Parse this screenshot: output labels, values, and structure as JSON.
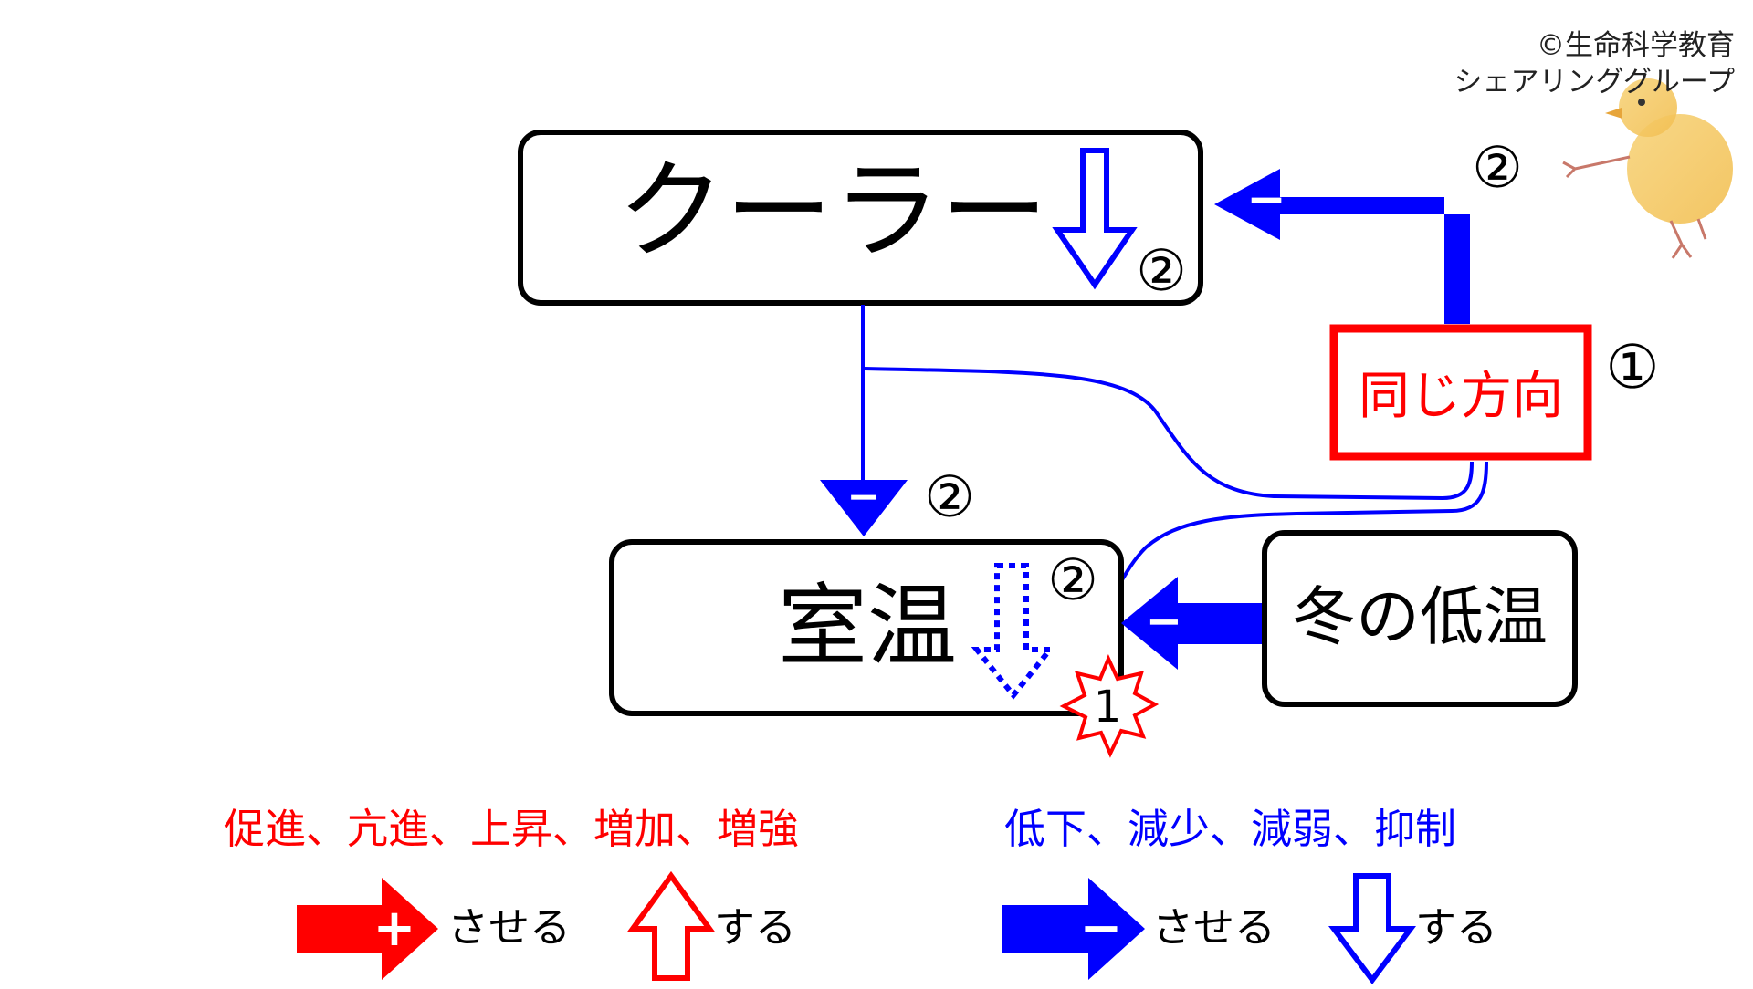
{
  "credit": {
    "line1": "©生命科学教育",
    "line2": "シェアリンググループ"
  },
  "nodes": {
    "cooler": "クーラー",
    "room_temp": "室温",
    "winter_cold": "冬の低温",
    "same_direction": "同じ方向"
  },
  "step_markers": {
    "one": "①",
    "two": "②",
    "burst_one": "1"
  },
  "signs": {
    "minus": "−",
    "plus": "+"
  },
  "legend": {
    "increase_terms": "促進、亢進、上昇、増加、増強",
    "decrease_terms": "低下、減少、減弱、抑制",
    "make_verb": "させる",
    "do_verb": "する"
  },
  "colors": {
    "increase": "#ff0000",
    "decrease": "#0000ff",
    "box_border": "#000000",
    "same_direction_border": "#ff0000"
  }
}
